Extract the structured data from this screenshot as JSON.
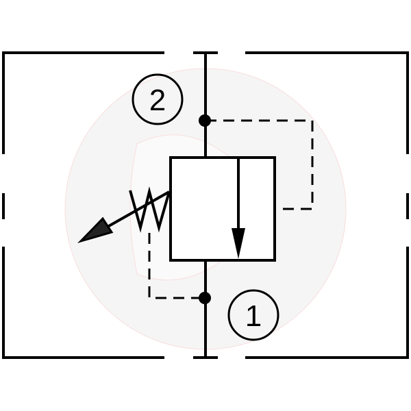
{
  "diagram": {
    "type": "hydraulic-valve-symbol",
    "ports": [
      {
        "id": "port-2",
        "label": "2"
      },
      {
        "id": "port-1",
        "label": "1"
      }
    ],
    "colors": {
      "line": "#000000",
      "watermark_fill": "#f4f4f4",
      "watermark_outline": "#f6d6d6"
    }
  }
}
